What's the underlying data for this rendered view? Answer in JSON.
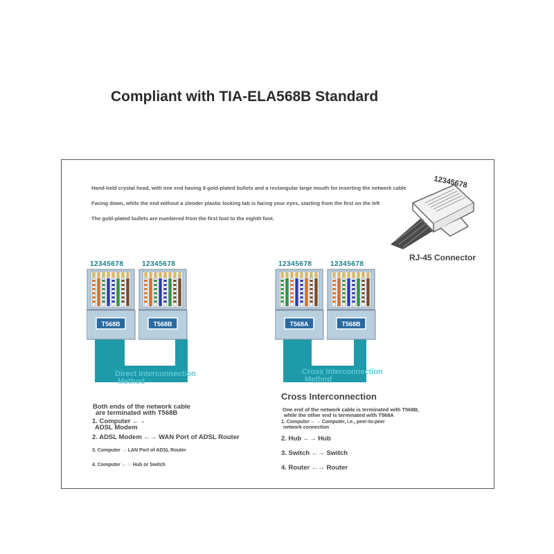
{
  "title": "Compliant with TIA-ELA568B Standard",
  "intro": [
    "Hand-held crystal head, with one end having 8 gold-plated bullets and a rectangular large mouth for inserting the network cable",
    "Facing down, while the end without a slender plastic locking tab is facing your eyes, starting from the first on the left",
    "The gold-plated bullets are numbered from the first foot to the eighth foot."
  ],
  "rj45": {
    "pin_numbers": "12345678",
    "label": "RJ-45 Connector"
  },
  "pin_numbers": "12345678",
  "direct": {
    "left_label": "T568B",
    "right_label": "T568B",
    "method_line1": "Direct Interconnection",
    "method_line2": "Method",
    "desc_line1": "Both ends of the network cable",
    "desc_line2": "are terminated with T568B",
    "items": [
      "1. Computer ←→",
      "ADSL Modem",
      "2. ADSL Modem ←→ WAN Port of ADSL Router",
      "3. Computer → LAN Port of ADSL Router",
      "4. Computer ←→ Hub or Switch"
    ]
  },
  "cross": {
    "left_label": "T568A",
    "right_label": "T568B",
    "method_line1": "Cross Interconnection",
    "method_line2": "Method",
    "heading": "Cross Interconnection",
    "desc_line1": "One end of the network cable is terminated with T568B,",
    "desc_line2": "while the other end is terminated with T568A",
    "items": [
      "1. Computer ←→ Computer, i.e., peer-to-peer",
      "network connection",
      "2. Hub ←→ Hub",
      "3. Switch ←→ Switch",
      "4. Router ←→ Router"
    ]
  },
  "colors": {
    "cable": "#1e9aaa",
    "connector_body": "#b8cfe0",
    "method_text": "#5bc6d2"
  }
}
